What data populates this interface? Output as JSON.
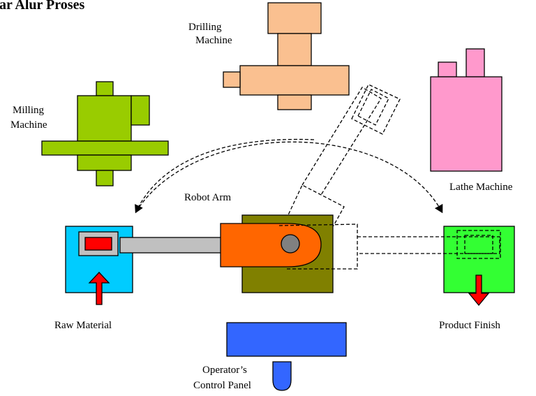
{
  "title": "ar Alur Proses",
  "labels": {
    "drilling_line1": "Drilling",
    "drilling_line2": "Machine",
    "milling_line1": "Milling",
    "milling_line2": "Machine",
    "lathe": "Lathe Machine",
    "robot_arm": "Robot Arm",
    "raw_material": "Raw Material",
    "product_finish": "Product Finish",
    "operator_line1": "Operator’s",
    "operator_line2": "Control Panel"
  },
  "colors": {
    "drilling": "#FAC090",
    "milling": "#99CC00",
    "lathe": "#FF99CC",
    "raw_station": "#00CCFF",
    "finish_station": "#33FF33",
    "robot_head": "#FF6600",
    "robot_base": "#808000",
    "robot_pivot": "#808080",
    "arm": "#C0C0C0",
    "arrow_red": "#FF0000",
    "panel": "#3366FF"
  }
}
